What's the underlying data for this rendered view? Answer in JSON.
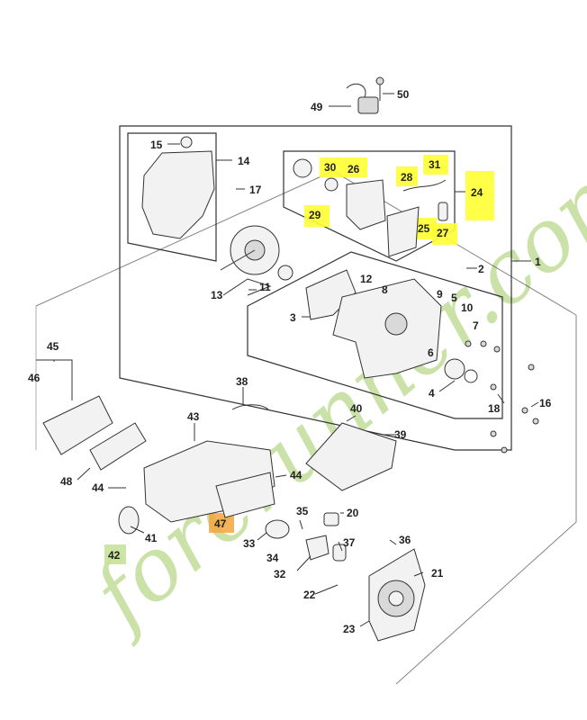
{
  "colors": {
    "highlight_yellow": "#ffff33",
    "highlight_orange": "#f4a640",
    "highlight_green": "#c8e29a",
    "line": "#333333",
    "watermark_green": "#b9d98c",
    "watermark_brown": "#c9b9a6"
  },
  "watermark": {
    "text": "forerunner.com"
  },
  "labels": {
    "l1": "1",
    "l2": "2",
    "l3": "3",
    "l4": "4",
    "l5": "5",
    "l6": "6",
    "l7": "7",
    "l8": "8",
    "l9": "9",
    "l10": "10",
    "l11": "11",
    "l12": "12",
    "l13": "13",
    "l14": "14",
    "l15": "15",
    "l16": "16",
    "l17": "17",
    "l18": "18",
    "l20": "20",
    "l21": "21",
    "l22": "22",
    "l23": "23",
    "l24": "24",
    "l25": "25",
    "l26": "26",
    "l27": "27",
    "l28": "28",
    "l29": "29",
    "l30": "30",
    "l31": "31",
    "l32": "32",
    "l33": "33",
    "l34": "34",
    "l35": "35",
    "l36": "36",
    "l37": "37",
    "l38": "38",
    "l39": "39",
    "l40": "40",
    "l41": "41",
    "l42": "42",
    "l43": "43",
    "l44a": "44",
    "l44b": "44",
    "l45": "45",
    "l46": "46",
    "l47": "47",
    "l48": "48",
    "l49": "49",
    "l50": "50"
  }
}
